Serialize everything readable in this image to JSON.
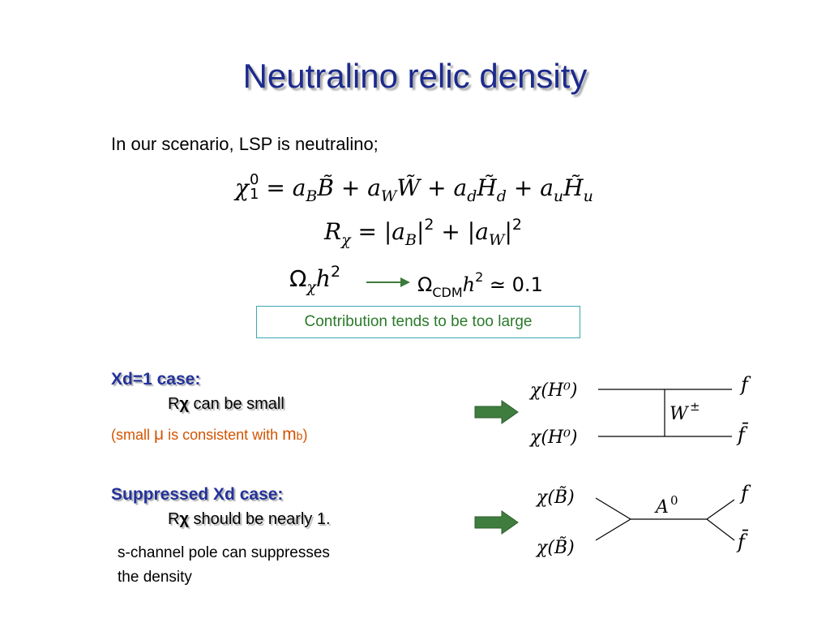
{
  "slide": {
    "title": "Neutralino relic density",
    "intro": "In our scenario, LSP is neutralino;",
    "equations": {
      "eq1": {
        "chi": "χ",
        "sup": "0",
        "sub": "1",
        "eq": " = ",
        "t1": "a",
        "t1sub": "B",
        "t1v": "B̃",
        "plus": " + ",
        "t2": "a",
        "t2sub": "W",
        "t2v": "W̃",
        "t3": "a",
        "t3sub": "d",
        "t3v": "H̃",
        "t3vsub": "d",
        "t4": "a",
        "t4sub": "u",
        "t4v": "H̃",
        "t4vsub": "u"
      },
      "eq2": {
        "lhs": "R",
        "lhssub": "χ",
        "eq": " = ",
        "a1": "|a",
        "a1sub": "B",
        "a1close": "|",
        "pow": "2",
        "plus": " + ",
        "a2": "|a",
        "a2sub": "W",
        "a2close": "|",
        "pow2": "2"
      },
      "eq3": {
        "omega": "Ω",
        "sub": "χ",
        "h": "h",
        "pow": "2"
      },
      "eq4": {
        "omega": "Ω",
        "sub": "CDM",
        "h": "h",
        "pow": "2",
        "rel": " ≃ 0.1"
      }
    },
    "contribution_note": "Contribution tends to be too large",
    "case1": {
      "heading": "Xd=1 case:",
      "line_r": "R",
      "line_chi": "χ",
      "line_rest": " can be small",
      "note_open": "(small ",
      "note_mu": "μ",
      "note_mid": " is consistent with ",
      "note_m": "m",
      "note_b": "b",
      "note_close": ")"
    },
    "case2": {
      "heading": "Suppressed Xd case:",
      "line_r": "R",
      "line_chi": "χ",
      "line_rest": " should be nearly 1.",
      "note1": "s-channel pole can suppresses",
      "note2": "the density"
    },
    "diagram1": {
      "in_top": "χ(H⁰)",
      "in_bottom": "χ(H⁰)",
      "out_top": "f",
      "out_bottom": "f̄",
      "mediator": "W",
      "mediator_sup": "±"
    },
    "diagram2": {
      "in_top": "χ(B̃)",
      "in_bottom": "χ(B̃)",
      "out_top": "f",
      "out_bottom": "f̄",
      "mediator": "A",
      "mediator_sup": "0"
    },
    "colors": {
      "title": "#1c2a8c",
      "heading": "#23329a",
      "note_orange": "#d35400",
      "arrow_green": "#3c7a3c",
      "box_border": "#3ca8b4",
      "box_text": "#2a7a2a"
    }
  }
}
